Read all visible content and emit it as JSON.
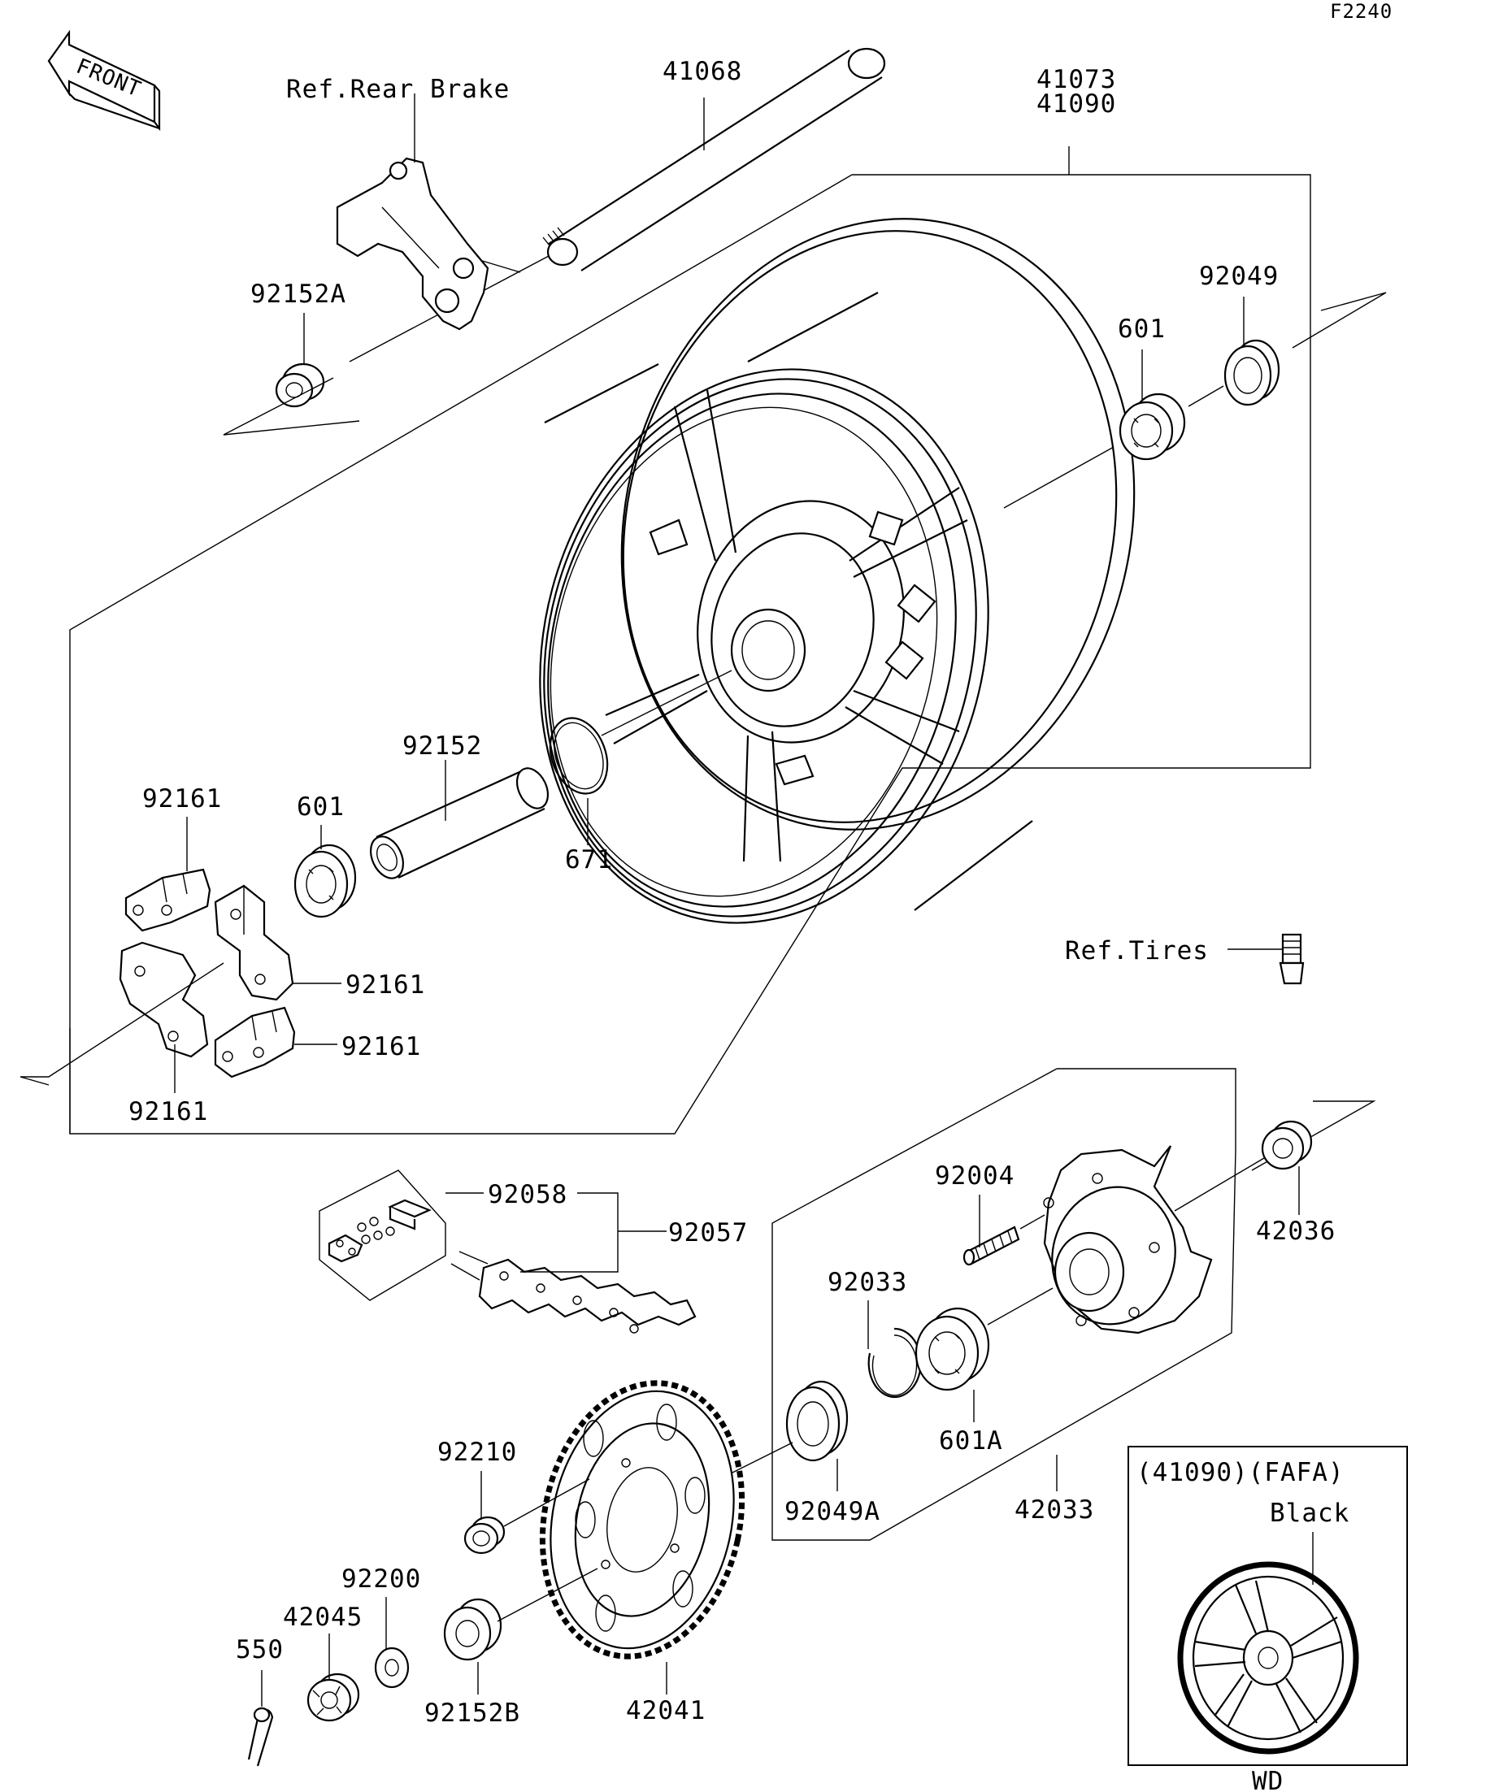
{
  "figure_code": "F2240",
  "front_label": "FRONT",
  "inset": {
    "title": "(41090)(FAFA)",
    "color_label": "Black",
    "code": "WD"
  },
  "labels": {
    "ref_rear_brake": "Ref.Rear Brake",
    "ref_tires": "Ref.Tires",
    "p41068": "41068",
    "p41073": "41073",
    "p41090": "41090",
    "p92049": "92049",
    "p601_top": "601",
    "p92152A": "92152A",
    "p92152": "92152",
    "p92161_a": "92161",
    "p601_left": "601",
    "p671": "671",
    "p92161_b": "92161",
    "p92161_c": "92161",
    "p92161_d": "92161",
    "p92058": "92058",
    "p92057": "92057",
    "p92004": "92004",
    "p42036": "42036",
    "p92033": "92033",
    "p601A": "601A",
    "p92210": "92210",
    "p92049A": "92049A",
    "p42033": "42033",
    "p92200": "92200",
    "p42045": "42045",
    "p550": "550",
    "p92152B": "92152B",
    "p42041": "42041"
  }
}
